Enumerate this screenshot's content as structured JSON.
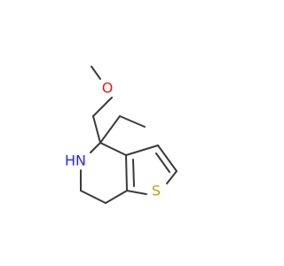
{
  "molecule": {
    "atoms": [
      {
        "id": "o",
        "symbol": "O",
        "color": "#f21717"
      },
      {
        "id": "n",
        "symbol": "N",
        "color": "#2626f2"
      },
      {
        "id": "h",
        "symbol": "H",
        "color": "#2626f2"
      },
      {
        "id": "s",
        "symbol": "S",
        "color": "#b3a700"
      }
    ],
    "bond_color": "#3b3b3b",
    "background": "#ffffff"
  }
}
